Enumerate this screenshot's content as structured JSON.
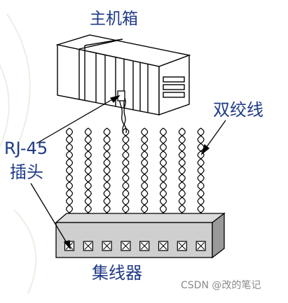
{
  "labels": {
    "host": "主机箱",
    "rj45": "RJ-45",
    "plug": "插头",
    "twisted_pair": "双绞线",
    "hub": "集线器"
  },
  "watermark": "CSDN @改的笔记",
  "colors": {
    "label": "#1f3b87",
    "stroke": "#000000",
    "hub_fill": "#cfcfcf",
    "hub_side": "#9a9a9a",
    "background_arc": "#f1ece4"
  },
  "port_count": 8
}
